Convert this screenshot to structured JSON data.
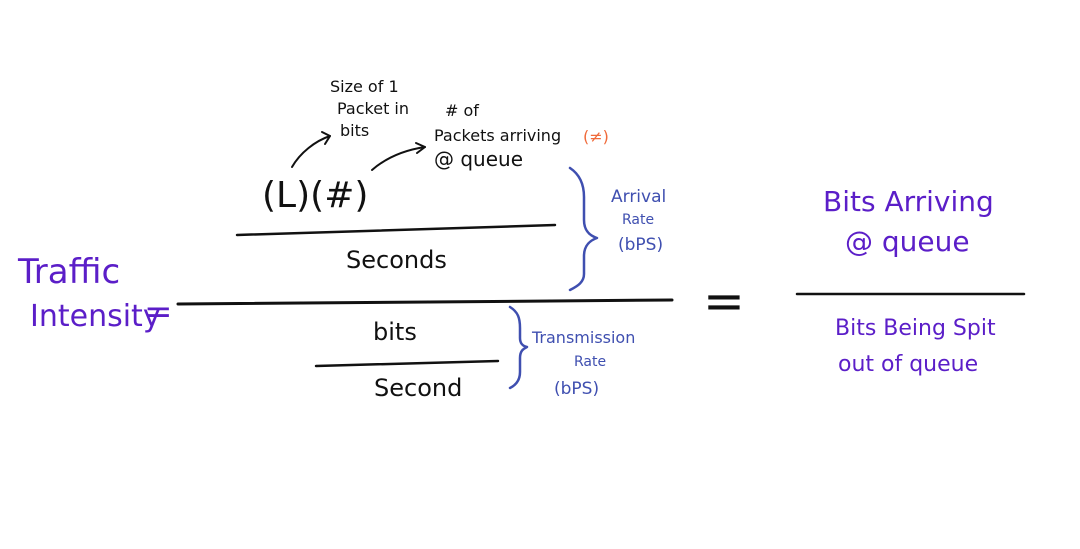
{
  "colors": {
    "black_ink": "#111111",
    "purple_ink": "#5b1ec8",
    "blue_ink": "#3f4fb0",
    "orange_ink": "#f06a3a",
    "background": "#ffffff"
  },
  "left_side": {
    "title_line1": "Traffic",
    "title_line2": "Intensity",
    "equals": "=",
    "top_fraction": {
      "numerator": "(L)(#)",
      "denominator": "Seconds"
    },
    "bottom_fraction": {
      "numerator": "bits",
      "denominator": "Second"
    },
    "annotations": {
      "size_line1": "Size of 1",
      "size_line2": "Packet in",
      "size_line3": "bits",
      "count_line1": "# of",
      "count_line2": "Packets arriving",
      "count_line3": "@ queue",
      "count_marker": "(≠)",
      "arrival_line1": "Arrival",
      "arrival_line2": "Rate",
      "arrival_line3": "(bPS)",
      "transmission_line1": "Transmission",
      "transmission_line2": "Rate",
      "transmission_line3": "(bPS)"
    }
  },
  "middle_equals": "=",
  "right_side": {
    "numerator_line1": "Bits Arriving",
    "numerator_line2": "@ queue",
    "denominator_line1": "Bits Being Spit",
    "denominator_line2": "out of queue"
  }
}
